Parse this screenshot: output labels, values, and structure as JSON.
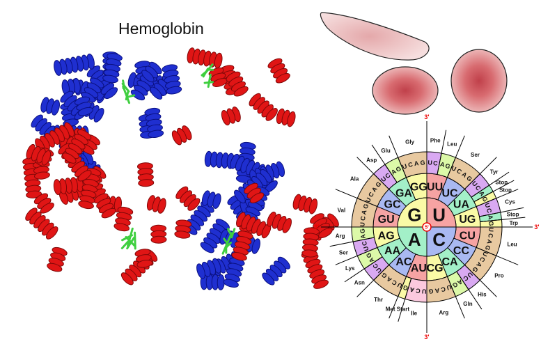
{
  "title": "Hemoglobin",
  "codon_wheel": {
    "center_label": "5'",
    "end_label": "3'",
    "bases": [
      "U",
      "C",
      "A",
      "G"
    ],
    "base_colors": {
      "U": "#f6a3a3",
      "C": "#a9b9f2",
      "A": "#a3f0c8",
      "G": "#fafaa6"
    },
    "groups": [
      {
        "codon": "UU",
        "aa": [
          [
            "Phe",
            "UC"
          ],
          [
            "Leu",
            "AG"
          ]
        ]
      },
      {
        "codon": "UC",
        "aa": [
          [
            "Ser",
            "UCAG"
          ]
        ]
      },
      {
        "codon": "UA",
        "aa": [
          [
            "Tyr",
            "UC"
          ],
          [
            "Stop",
            "A"
          ],
          [
            "Stop",
            "G"
          ]
        ]
      },
      {
        "codon": "UG",
        "aa": [
          [
            "Cys",
            "UC"
          ],
          [
            "Stop",
            "A"
          ],
          [
            "Trp",
            "G"
          ]
        ]
      },
      {
        "codon": "CU",
        "aa": [
          [
            "Leu",
            "UCAG"
          ]
        ]
      },
      {
        "codon": "CC",
        "aa": [
          [
            "Pro",
            "UCAG"
          ]
        ]
      },
      {
        "codon": "CA",
        "aa": [
          [
            "His",
            "UC"
          ],
          [
            "Gln",
            "AG"
          ]
        ]
      },
      {
        "codon": "CG",
        "aa": [
          [
            "Arg",
            "UCAG"
          ]
        ]
      },
      {
        "codon": "AU",
        "aa": [
          [
            "Ile",
            "UCA"
          ],
          [
            "Met Start",
            "G"
          ]
        ]
      },
      {
        "codon": "AC",
        "aa": [
          [
            "Thr",
            "UCAG"
          ]
        ]
      },
      {
        "codon": "AA",
        "aa": [
          [
            "Asn",
            "UC"
          ],
          [
            "Lys",
            "AG"
          ]
        ]
      },
      {
        "codon": "AG",
        "aa": [
          [
            "Ser",
            "UC"
          ],
          [
            "Arg",
            "AG"
          ]
        ]
      },
      {
        "codon": "GU",
        "aa": [
          [
            "Val",
            "UCAG"
          ]
        ]
      },
      {
        "codon": "GC",
        "aa": [
          [
            "Ala",
            "UCAG"
          ]
        ]
      },
      {
        "codon": "GA",
        "aa": [
          [
            "Asp",
            "UC"
          ],
          [
            "Glu",
            "AG"
          ]
        ]
      },
      {
        "codon": "GG",
        "aa": [
          [
            "Gly",
            "UCAG"
          ]
        ]
      }
    ]
  }
}
